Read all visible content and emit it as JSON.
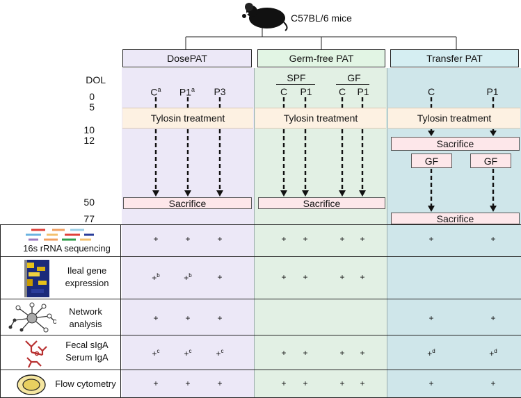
{
  "header": {
    "mouse_label": "C57BL/6 mice"
  },
  "columns": [
    {
      "title": "DosePAT",
      "bg": "#ece8f7"
    },
    {
      "title": "Germ-free PAT",
      "bg": "#e2f0e4"
    },
    {
      "title": "Transfer PAT",
      "bg": "#cfe6ea"
    }
  ],
  "dol": {
    "label": "DOL",
    "ticks": [
      "0",
      "5",
      "10",
      "12",
      "50",
      "77"
    ]
  },
  "groups": {
    "dose": {
      "c": "C",
      "c_sup": "a",
      "p1": "P1",
      "p1_sup": "a",
      "p3": "P3"
    },
    "germfree": {
      "spf": "SPF",
      "gf": "GF",
      "c1": "C",
      "p11": "P1",
      "c2": "C",
      "p12": "P1"
    },
    "transfer": {
      "c": "C",
      "p1": "P1"
    }
  },
  "labels": {
    "tylosin": "Tylosin treatment",
    "sacrifice": "Sacrifice",
    "gf": "GF"
  },
  "analyses": [
    {
      "name": "16s rRNA sequencing",
      "dose": [
        "+",
        "+",
        "+"
      ],
      "germfree": [
        "+",
        "+",
        "+",
        "+"
      ],
      "transfer": [
        "+",
        "+"
      ]
    },
    {
      "name_line1": "Ileal gene",
      "name_line2": "expression",
      "dose_sup": [
        "b",
        "b",
        ""
      ],
      "germfree": [
        "+",
        "+",
        "+",
        "+"
      ]
    },
    {
      "name_line1": "Network",
      "name_line2": "analysis"
    },
    {
      "name_line1": "Fecal sIgA",
      "name_line2": "Serum IgA",
      "dose_sup": [
        "c",
        "c",
        "c"
      ],
      "transfer_sup": [
        "d",
        "d"
      ]
    },
    {
      "name": "Flow cytometry"
    }
  ],
  "plus": "+"
}
